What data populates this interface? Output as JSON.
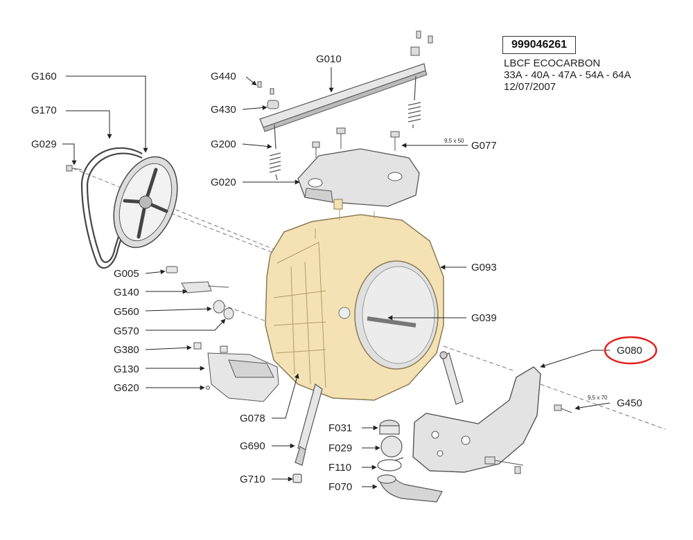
{
  "header": {
    "part_number": "999046261",
    "model": "LBCF ECOCARBON",
    "variants": "33A - 40A - 47A - 54A - 64A",
    "date": "12/07/2007"
  },
  "callouts": {
    "g010": "G010",
    "g440": "G440",
    "g430": "G430",
    "g200": "G200",
    "g077": "G077",
    "g020": "G020",
    "g160": "G160",
    "g170": "G170",
    "g029": "G029",
    "g093": "G093",
    "g005": "G005",
    "g140": "G140",
    "g560": "G560",
    "g570": "G570",
    "g039": "G039",
    "g380": "G380",
    "g130": "G130",
    "g620": "G620",
    "g080": "G080",
    "g450": "G450",
    "g078": "G078",
    "f031": "F031",
    "g690": "G690",
    "f029": "F029",
    "f110": "F110",
    "g710": "G710",
    "f070": "F070"
  },
  "dimensions": {
    "bolt_small": "9,5 x 50",
    "bolt_large": "9,5 x 70"
  },
  "colors": {
    "tub": "#f4e2b4",
    "tub_stroke": "#8a7a55",
    "parts": "#e6e6e6",
    "parts_stroke": "#555555",
    "highlight": "#e0201b"
  }
}
